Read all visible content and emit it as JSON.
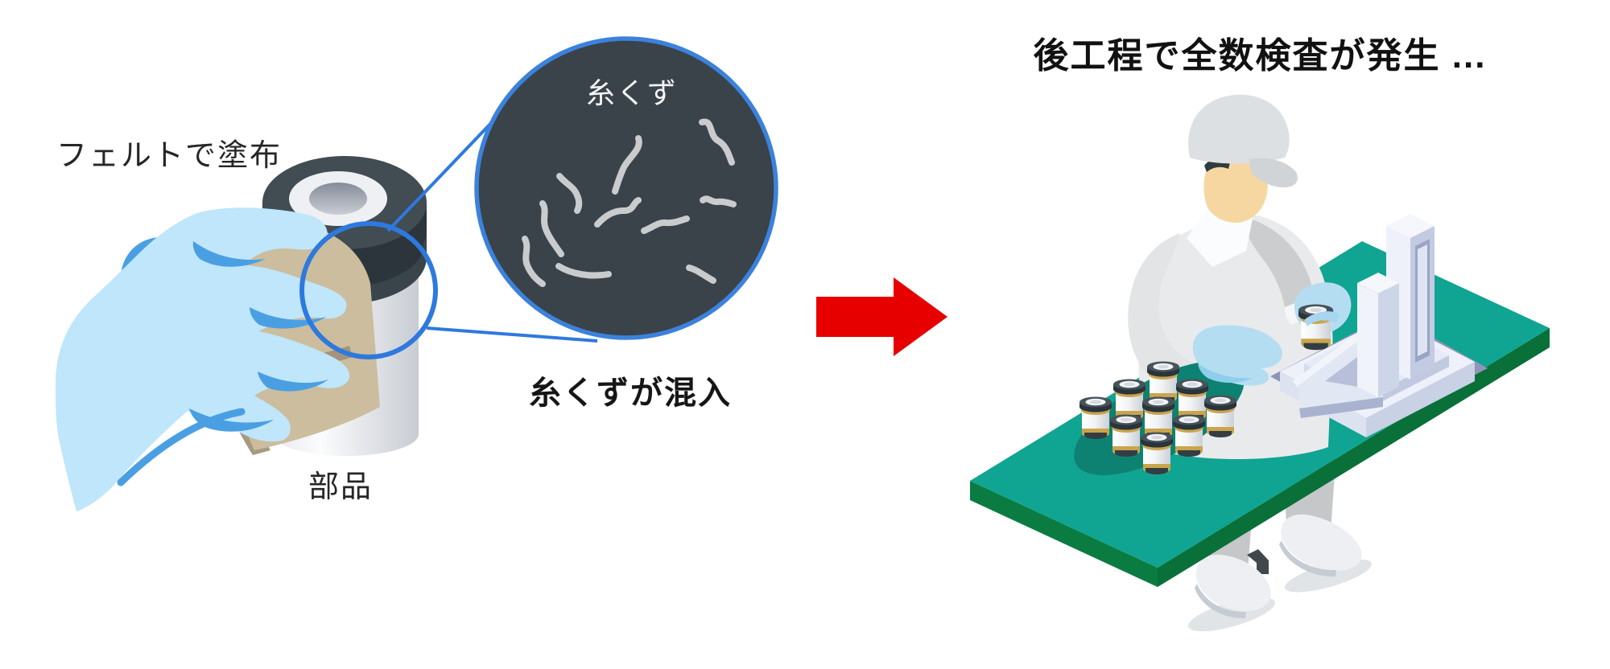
{
  "left": {
    "label_apply": "フェルトで塗布",
    "label_part": "部品",
    "magnifier": {
      "label": "糸くず",
      "caption": "糸くずが混入"
    }
  },
  "right": {
    "title": "後工程で全数検査が発生 ...",
    "parts_on_table_count": 9
  },
  "colors": {
    "magnifier_fill": "#3a424a",
    "magnifier_border": "#3b82dc",
    "lint": "#c9cbcd",
    "callout_blue": "#2e79de",
    "arrow_red": "#e60000",
    "glove_blue": "#bfe6fa",
    "glove_accent": "#4a9fe3",
    "felt": "#cbbd9e",
    "part_cap": "#3a454b",
    "part_band": "#e8a33b",
    "gold": "#c9a54c",
    "table_top": "#10a493",
    "table_side": "#0a7c41",
    "worker_uniform": "#e9eaeb",
    "worker_skin": "#f6d7a2",
    "worker_glove": "#b5ddf2",
    "device_light": "#eef1f9",
    "device_shadow": "#8d96b8"
  }
}
